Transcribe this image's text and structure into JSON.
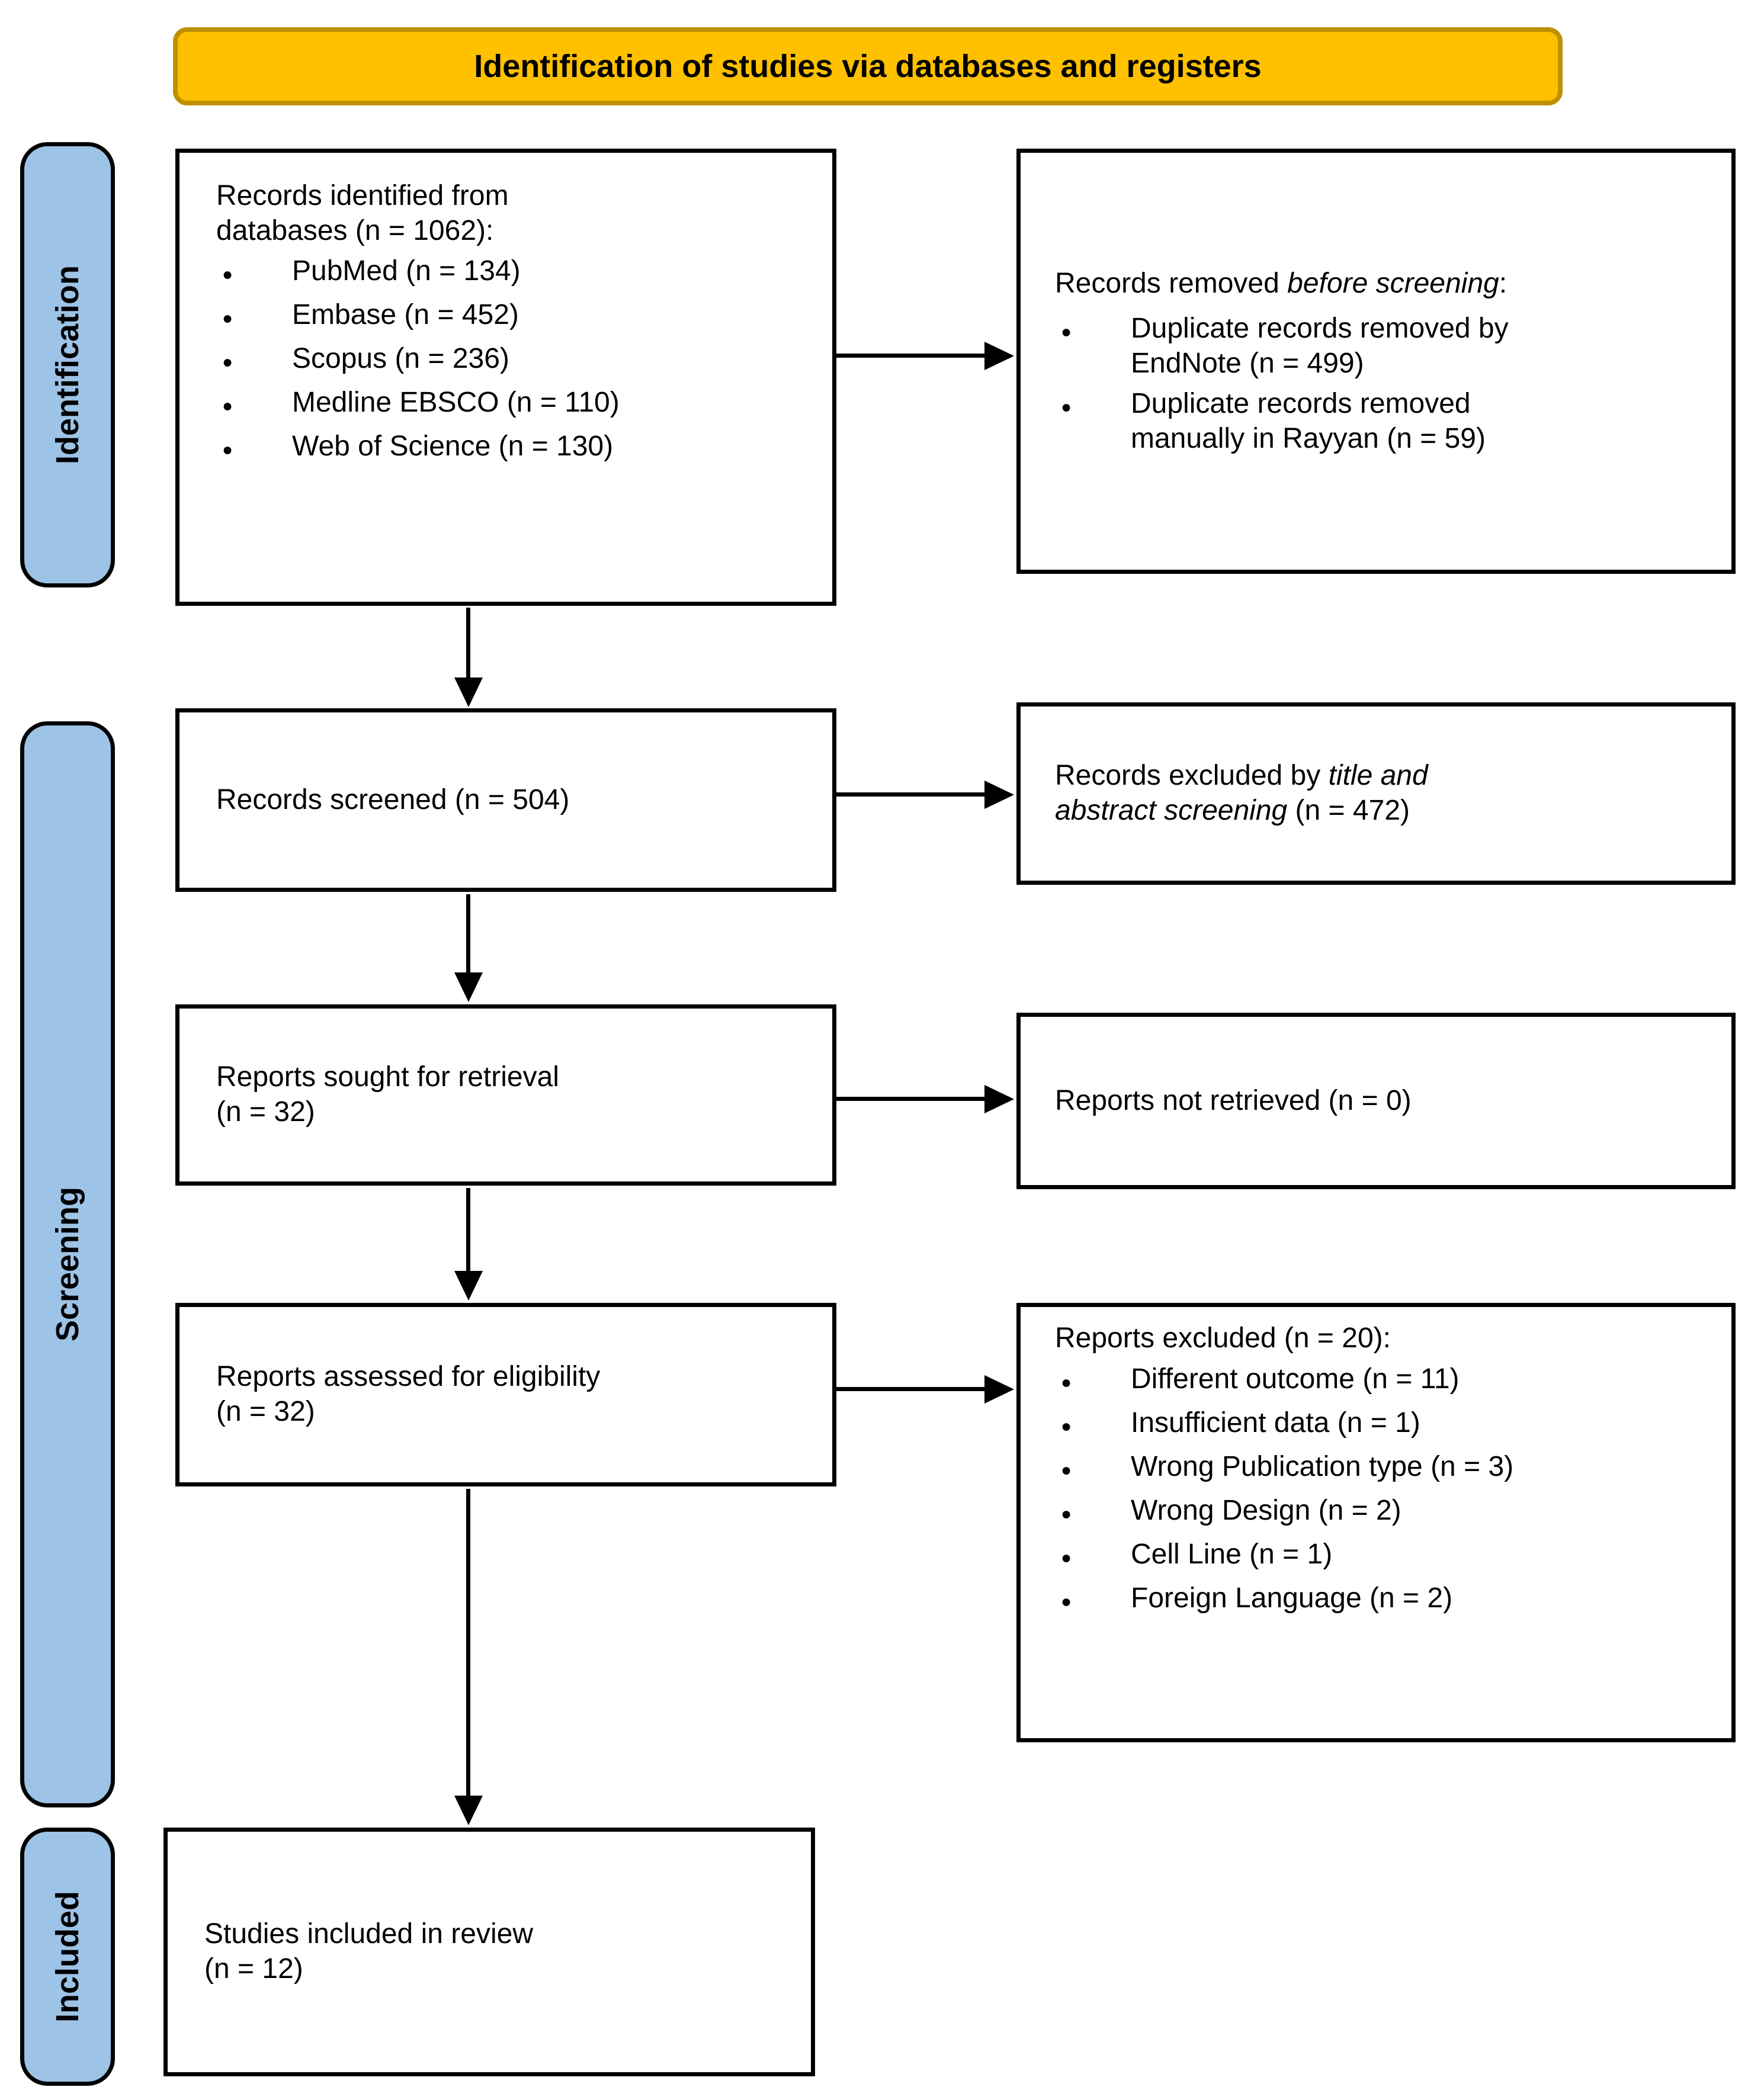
{
  "banner": {
    "title": "Identification of studies via databases and registers"
  },
  "stages": {
    "identification": "Identification",
    "screening": "Screening",
    "included": "Included"
  },
  "colors": {
    "banner_fill": "#FFC000",
    "banner_border": "#BF9000",
    "stage_fill": "#9DC3E6",
    "box_border": "#000000",
    "box_fill": "#FFFFFF"
  },
  "boxes": {
    "records_identified": {
      "heading_line1": "Records identified from",
      "heading_line2": "databases (n = 1062):",
      "items": [
        "PubMed (n = 134)",
        "Embase (n = 452)",
        "Scopus (n = 236)",
        "Medline EBSCO (n = 110)",
        "Web of Science (n = 130)"
      ]
    },
    "records_removed": {
      "heading_prefix": "Records removed ",
      "heading_italic": "before screening",
      "heading_suffix": ":",
      "items": [
        {
          "line1": "Duplicate records removed by",
          "line2": "EndNote (n = 499)"
        },
        {
          "line1": "Duplicate records removed",
          "line2": "manually in Rayyan (n = 59)"
        }
      ]
    },
    "records_screened": {
      "label": "Records screened (n = 504)"
    },
    "records_excluded": {
      "line1_prefix": "Records excluded by ",
      "line1_italic": "title and",
      "line2_italic": "abstract screening",
      "line2_suffix": " (n = 472)"
    },
    "reports_sought": {
      "line1": "Reports sought for retrieval",
      "line2": "(n = 32)"
    },
    "reports_not_retrieved": {
      "label": "Reports not retrieved (n = 0)"
    },
    "reports_assessed": {
      "line1": "Reports assessed for eligibility",
      "line2": "(n = 32)"
    },
    "reports_excluded": {
      "heading": "Reports excluded (n = 20):",
      "items": [
        "Different outcome (n = 11)",
        "Insufficient data (n = 1)",
        "Wrong Publication type (n = 3)",
        "Wrong Design (n = 2)",
        "Cell Line (n = 1)",
        "Foreign Language (n = 2)"
      ]
    },
    "studies_included": {
      "line1": "Studies included in review",
      "line2": "(n = 12)"
    }
  }
}
